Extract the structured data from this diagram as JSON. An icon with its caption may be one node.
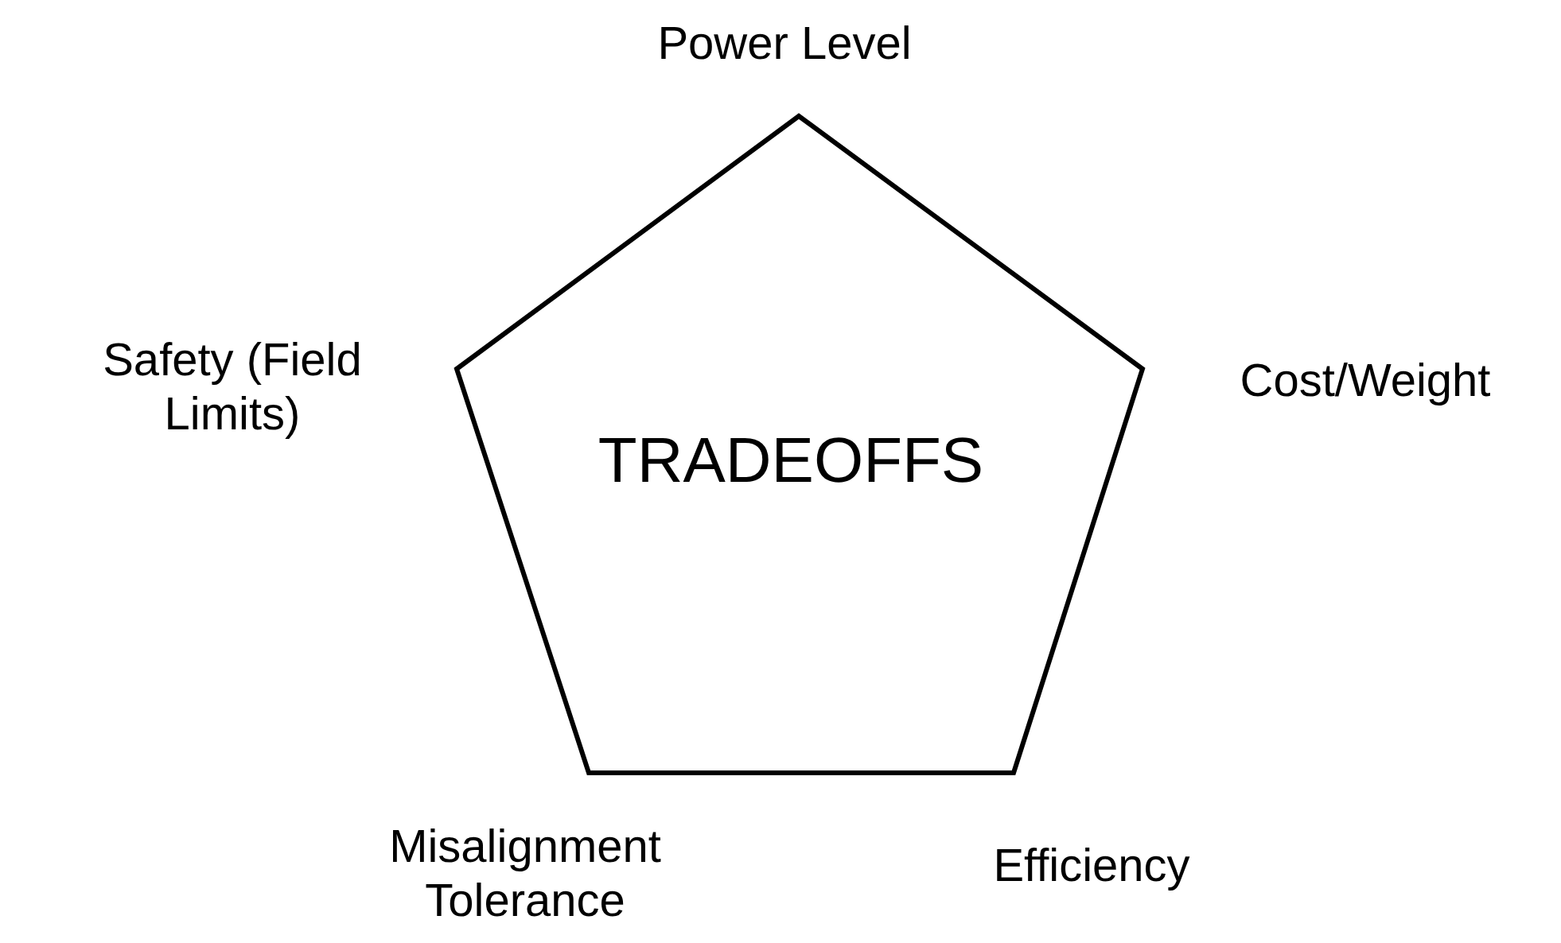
{
  "diagram": {
    "nodes": [
      {
        "text": [
          "TRADEOFFS"
        ]
      }
    ],
    "edges": [],
    "labels": [
      "Power Level",
      "Safety (Field Limits)",
      "Cost/Weight",
      "Misalignment Tolerance",
      "Efficiency"
    ]
  }
}
